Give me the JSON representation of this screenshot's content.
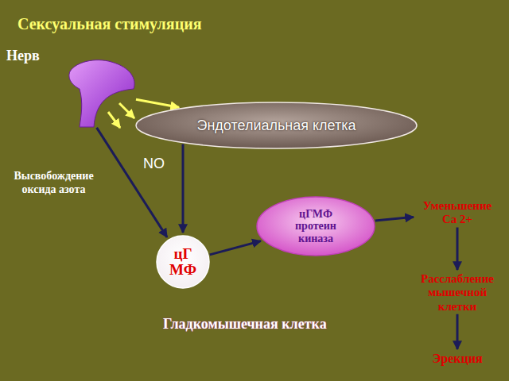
{
  "diagram": {
    "title": "Сексуальная стимуляция",
    "nodes": [
      {
        "text": [
          "Нерв"
        ]
      },
      {
        "text": [
          "Эндотелиальная клетка"
        ]
      },
      {
        "text": [
          "Гладкомышечная клетка"
        ]
      },
      {
        "text": [
          "цГ МФ"
        ],
        "in": 2
      },
      {
        "text": [
          "цГМФ протеин киназа"
        ],
        "in": 2
      },
      {
        "text": [
          "Уменьшение Ca 2+"
        ],
        "in": 2
      },
      {
        "text": [
          "Расслабление мышечной клетки"
        ],
        "in": 2
      },
      {
        "text": [
          "Эрекция"
        ],
        "in": 2
      }
    ],
    "edges": [
      {
        "from": 0,
        "to": 1,
        "arrow": "to"
      },
      {
        "from": 0,
        "to": 3,
        "label": "Высвобождение оксида азота",
        "arrow": "to"
      },
      {
        "from": 1,
        "to": 3,
        "label": "NO",
        "arrow": "to"
      },
      {
        "from": 3,
        "to": 4,
        "arrow": "to"
      },
      {
        "from": 4,
        "to": 5,
        "arrow": "to"
      },
      {
        "from": 5,
        "to": 6,
        "arrow": "to"
      },
      {
        "from": 6,
        "to": 7,
        "arrow": "to"
      }
    ]
  }
}
